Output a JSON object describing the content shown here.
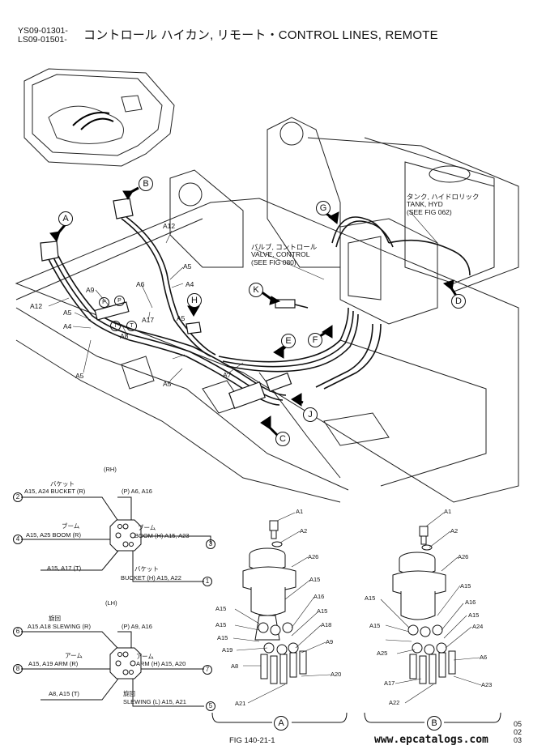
{
  "header": {
    "code_line1": "YS09-01301-",
    "code_line2": "LS09-01501-",
    "title": "コントロール ハイカン, リモート・CONTROL LINES, REMOTE"
  },
  "callouts": {
    "A": "A",
    "B": "B",
    "C": "C",
    "D": "D",
    "E": "E",
    "F": "F",
    "G": "G",
    "H": "H",
    "J": "J",
    "K": "K"
  },
  "notes": {
    "tank_jp": "タンク, ハイドロリック",
    "tank_en": "TANK, HYD",
    "tank_ref": "(SEE FIG 062)",
    "valve_jp": "バルブ, コントロール",
    "valve_en": "VALVE, CONTROL",
    "valve_ref": "(SEE FIG 080)"
  },
  "main_labels": {
    "a12_top": "A12",
    "a5_1": "A5",
    "a4_1": "A4",
    "a6": "A6",
    "a9": "A9",
    "a12_left": "A12",
    "a5_2": "A5",
    "a4_2": "A4",
    "a8": "A8",
    "a17": "A17",
    "a5_3": "A5",
    "a5_4": "A5",
    "a5_5": "A5",
    "a7": "A7",
    "p1": "P",
    "p2": "P",
    "t1": "T",
    "t2": "T"
  },
  "rh": {
    "heading": "(RH)",
    "bucket_jp": "バケット",
    "bucket_r": "A15, A24 BUCKET (R)",
    "p": "(P) A6, A16",
    "boom_jp_l": "ブーム",
    "boom_r": "A15, A25 BOOM (R)",
    "boom_jp_r": "ブーム",
    "boom_h": "BOOM (H) A15, A23",
    "t": "A15, A17 (T)",
    "bucket_jp_r": "バケット",
    "bucket_h": "BUCKET (H) A15, A22",
    "n1": "1",
    "n2": "2",
    "n3": "3",
    "n4": "4"
  },
  "lh": {
    "heading": "(LH)",
    "slew_jp": "旋回",
    "slew_r": "A15.A18 SLEWING (R)",
    "p": "(P) A9, A16",
    "arm_jp_l": "アーム",
    "arm_r": "A15, A19 ARM (R)",
    "arm_jp_r": "アーム",
    "arm_h": "ARM (H) A15, A20",
    "t": "A8, A15 (T)",
    "slew_jp_r": "旋回",
    "slew_l": "SLEWING (L) A15, A21",
    "n5": "5",
    "n6": "6",
    "n7": "7",
    "n8": "8"
  },
  "detail_a": {
    "a1": "A1",
    "a2": "A2",
    "a26": "A26",
    "a15a": "A15",
    "a16": "A16",
    "a15b": "A15",
    "a15c": "A15",
    "a15d": "A15",
    "a18": "A18",
    "a15e": "A15",
    "a19": "A19",
    "a9": "A9",
    "a8": "A8",
    "a20": "A20",
    "a21": "A21",
    "letter": "A"
  },
  "detail_b": {
    "a1": "A1",
    "a2": "A2",
    "a26": "A26",
    "a15a": "A15",
    "a16": "A16",
    "a15b": "A15",
    "a15c": "A15",
    "a24": "A24",
    "a15d": "A15",
    "a25": "A25",
    "a6": "A6",
    "a17": "A17",
    "a23": "A23",
    "a22": "A22",
    "letter": "B"
  },
  "footer": {
    "fig": "FIG 140-21-1",
    "rev1": "05",
    "rev2": "02",
    "rev3": "03",
    "site": "www.epcatalogs.com"
  }
}
